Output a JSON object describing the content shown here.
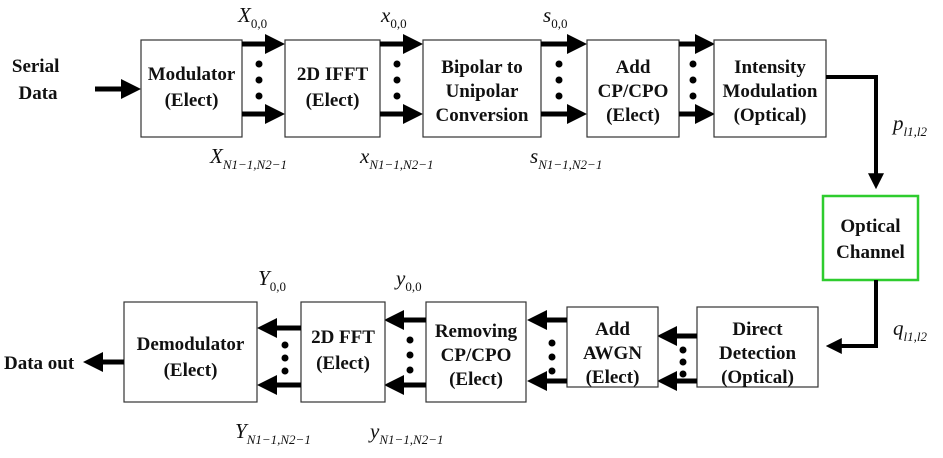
{
  "tx_input_label": [
    "Serial",
    "Data"
  ],
  "rx_output_label": "Data out",
  "tx_blocks": [
    [
      "Modulator",
      "(Elect)"
    ],
    [
      "2D IFFT",
      "(Elect)"
    ],
    [
      "Bipolar to",
      "Unipolar",
      "Conversion"
    ],
    [
      "Add",
      "CP/CPO",
      "(Elect)"
    ],
    [
      "Intensity",
      "Modulation",
      "(Optical)"
    ]
  ],
  "channel_block": [
    "Optical",
    "Channel"
  ],
  "rx_blocks": [
    [
      "Direct",
      "Detection",
      "(Optical)"
    ],
    [
      "Add",
      "AWGN",
      "(Elect)"
    ],
    [
      "Removing",
      "CP/CPO",
      "(Elect)"
    ],
    [
      "2D FFT",
      "(Elect)"
    ],
    [
      "Demodulator",
      "(Elect)"
    ]
  ],
  "symbols": {
    "X_top": {
      "base": "X",
      "sub": "0,0"
    },
    "X_bottom": {
      "base": "X",
      "sub": "N1−1,N2−1"
    },
    "x_top": {
      "base": "x",
      "sub": "0,0"
    },
    "x_bottom": {
      "base": "x",
      "sub": "N1−1,N2−1"
    },
    "s_top": {
      "base": "s",
      "sub": "0,0"
    },
    "s_bottom": {
      "base": "s",
      "sub": "N1−1,N2−1"
    },
    "p": {
      "base": "p",
      "sub": "l1,l2"
    },
    "q": {
      "base": "q",
      "sub": "l1,l2"
    },
    "Y_top": {
      "base": "Y",
      "sub": "0,0"
    },
    "Y_bottom": {
      "base": "Y",
      "sub": "N1−1,N2−1"
    },
    "y_top": {
      "base": "y",
      "sub": "0,0"
    },
    "y_bottom": {
      "base": "y",
      "sub": "N1−1,N2−1"
    }
  },
  "colors": {
    "channel_border": "#2ecc2e",
    "block_border": "#333333",
    "arrow": "#000000"
  }
}
